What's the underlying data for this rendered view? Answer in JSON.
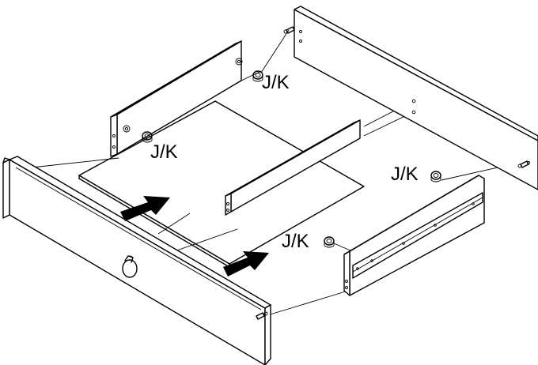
{
  "labels": {
    "back_left": "J/K",
    "front_left": "J/K",
    "right_side": "J/K",
    "right_front": "J/K"
  },
  "colors": {
    "line": "#000000",
    "background": "#ffffff",
    "arrow": "#000000"
  }
}
